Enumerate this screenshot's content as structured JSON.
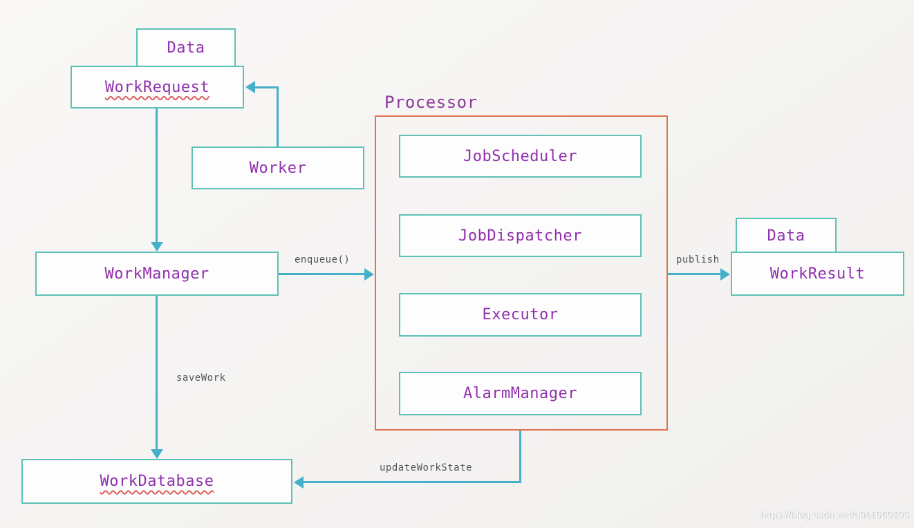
{
  "diagram": {
    "title_context": "WorkManager architecture diagram",
    "nodes": {
      "data_left": "Data",
      "work_request": "WorkRequest",
      "worker": "Worker",
      "work_manager": "WorkManager",
      "processor": "Processor",
      "job_scheduler": "JobScheduler",
      "job_dispatcher": "JobDispatcher",
      "executor": "Executor",
      "alarm_manager": "AlarmManager",
      "data_right": "Data",
      "work_result": "WorkResult",
      "work_database": "WorkDatabase"
    },
    "edge_labels": {
      "enqueue": "enqueue()",
      "publish": "publish",
      "save_work": "saveWork",
      "update_work_state": "updateWorkState"
    },
    "colors": {
      "node_border": "#5fc0b5",
      "arrow": "#45b0c8",
      "processor_border": "#e2714d",
      "node_text": "#9031ad",
      "edge_label_text": "#545454",
      "spellcheck_squiggle": "#e05c5c",
      "background": "#f6f5f4"
    },
    "watermark": "https://blog.csdn.net/u011060103"
  }
}
